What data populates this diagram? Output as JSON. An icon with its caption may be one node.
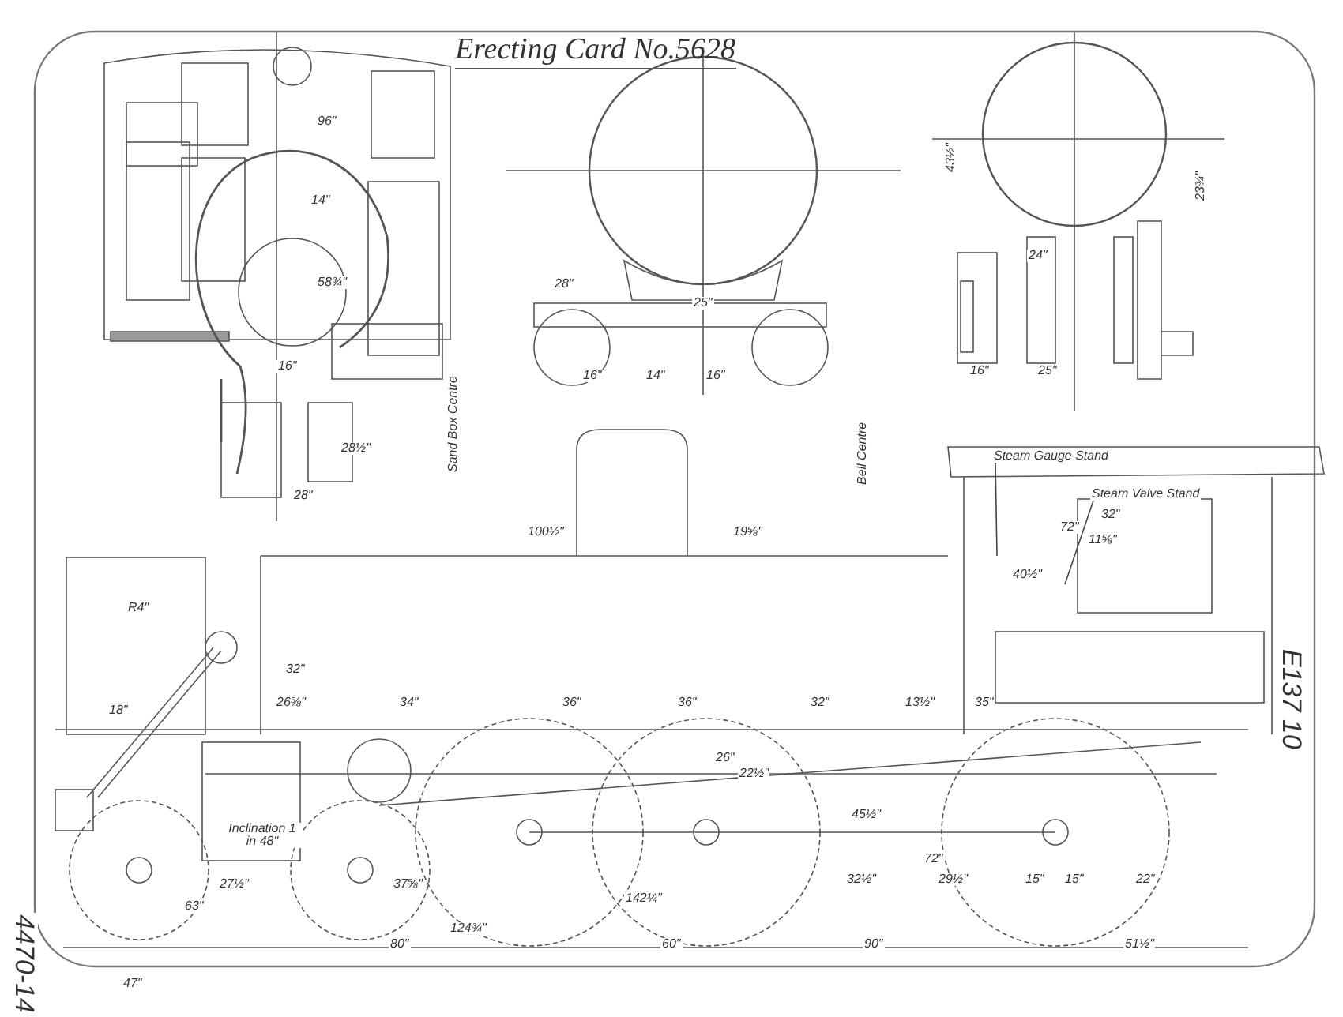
{
  "diagram": {
    "title": "Erecting Card No.5628",
    "nodes": [
      {
        "text": [
          "Steam Gauge Stand"
        ]
      },
      {
        "text": [
          "Steam Valve Stand"
        ]
      }
    ],
    "edges": [
      {
        "from": 0,
        "to": null,
        "arrow": "none"
      },
      {
        "from": 1,
        "to": null,
        "arrow": "none"
      }
    ],
    "labels": [
      "96\"",
      "14\"",
      "58¾\"",
      "16\"",
      "28\"",
      "28½\"",
      "Sand Box Centre",
      "28\"",
      "25\"",
      "16\"",
      "14\"",
      "16\"",
      "43½\"",
      "23¾\"",
      "24\"",
      "16\"",
      "25\"",
      "100½\"",
      "19⅝\"",
      "Bell Centre",
      "72\"",
      "32\"",
      "40½\"",
      "11⅝\"",
      "R4\"",
      "32\"",
      "18\"",
      "26⅝\"",
      "34\"",
      "36\"",
      "36\"",
      "32\"",
      "13½\"",
      "35\"",
      "Inclination 1 in 48\"",
      "26\"",
      "22½\"",
      "45½\"",
      "72\"",
      "27½\"",
      "37⅝\"",
      "63\"",
      "32½\"",
      "29½\"",
      "15\"",
      "15\"",
      "22\"",
      "142¼\"",
      "124¾\"",
      "47\"",
      "80\"",
      "60\"",
      "90\"",
      "51½\"",
      "E137 10",
      "4470-14"
    ]
  }
}
